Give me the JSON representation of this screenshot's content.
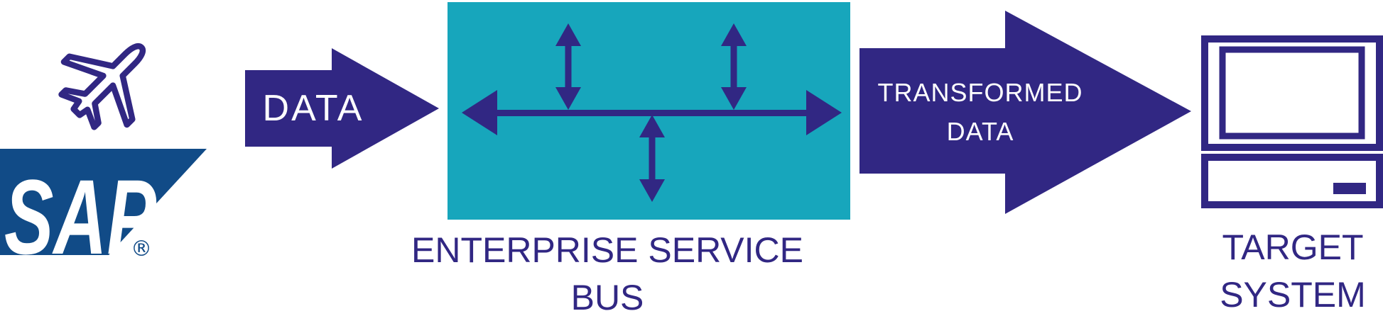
{
  "diagram": {
    "source_system": {
      "icons": [
        "airplane-icon",
        "sap-logo"
      ],
      "sap_text": "SAP",
      "registered_mark": "®"
    },
    "data_arrow": {
      "label": "DATA"
    },
    "esb": {
      "icon": "bus-arrows-icon",
      "label_line1": "ENTERPRISE SERVICE",
      "label_line2": "BUS"
    },
    "transformed_arrow": {
      "label_line1": "TRANSFORMED",
      "label_line2": "DATA"
    },
    "target_system": {
      "icon": "monitor-icon",
      "label_line1": "TARGET",
      "label_line2": "SYSTEM"
    }
  },
  "colors": {
    "indigo": "#312783",
    "teal": "#17a6bc",
    "sap_blue": "#114b87",
    "white": "#ffffff"
  }
}
